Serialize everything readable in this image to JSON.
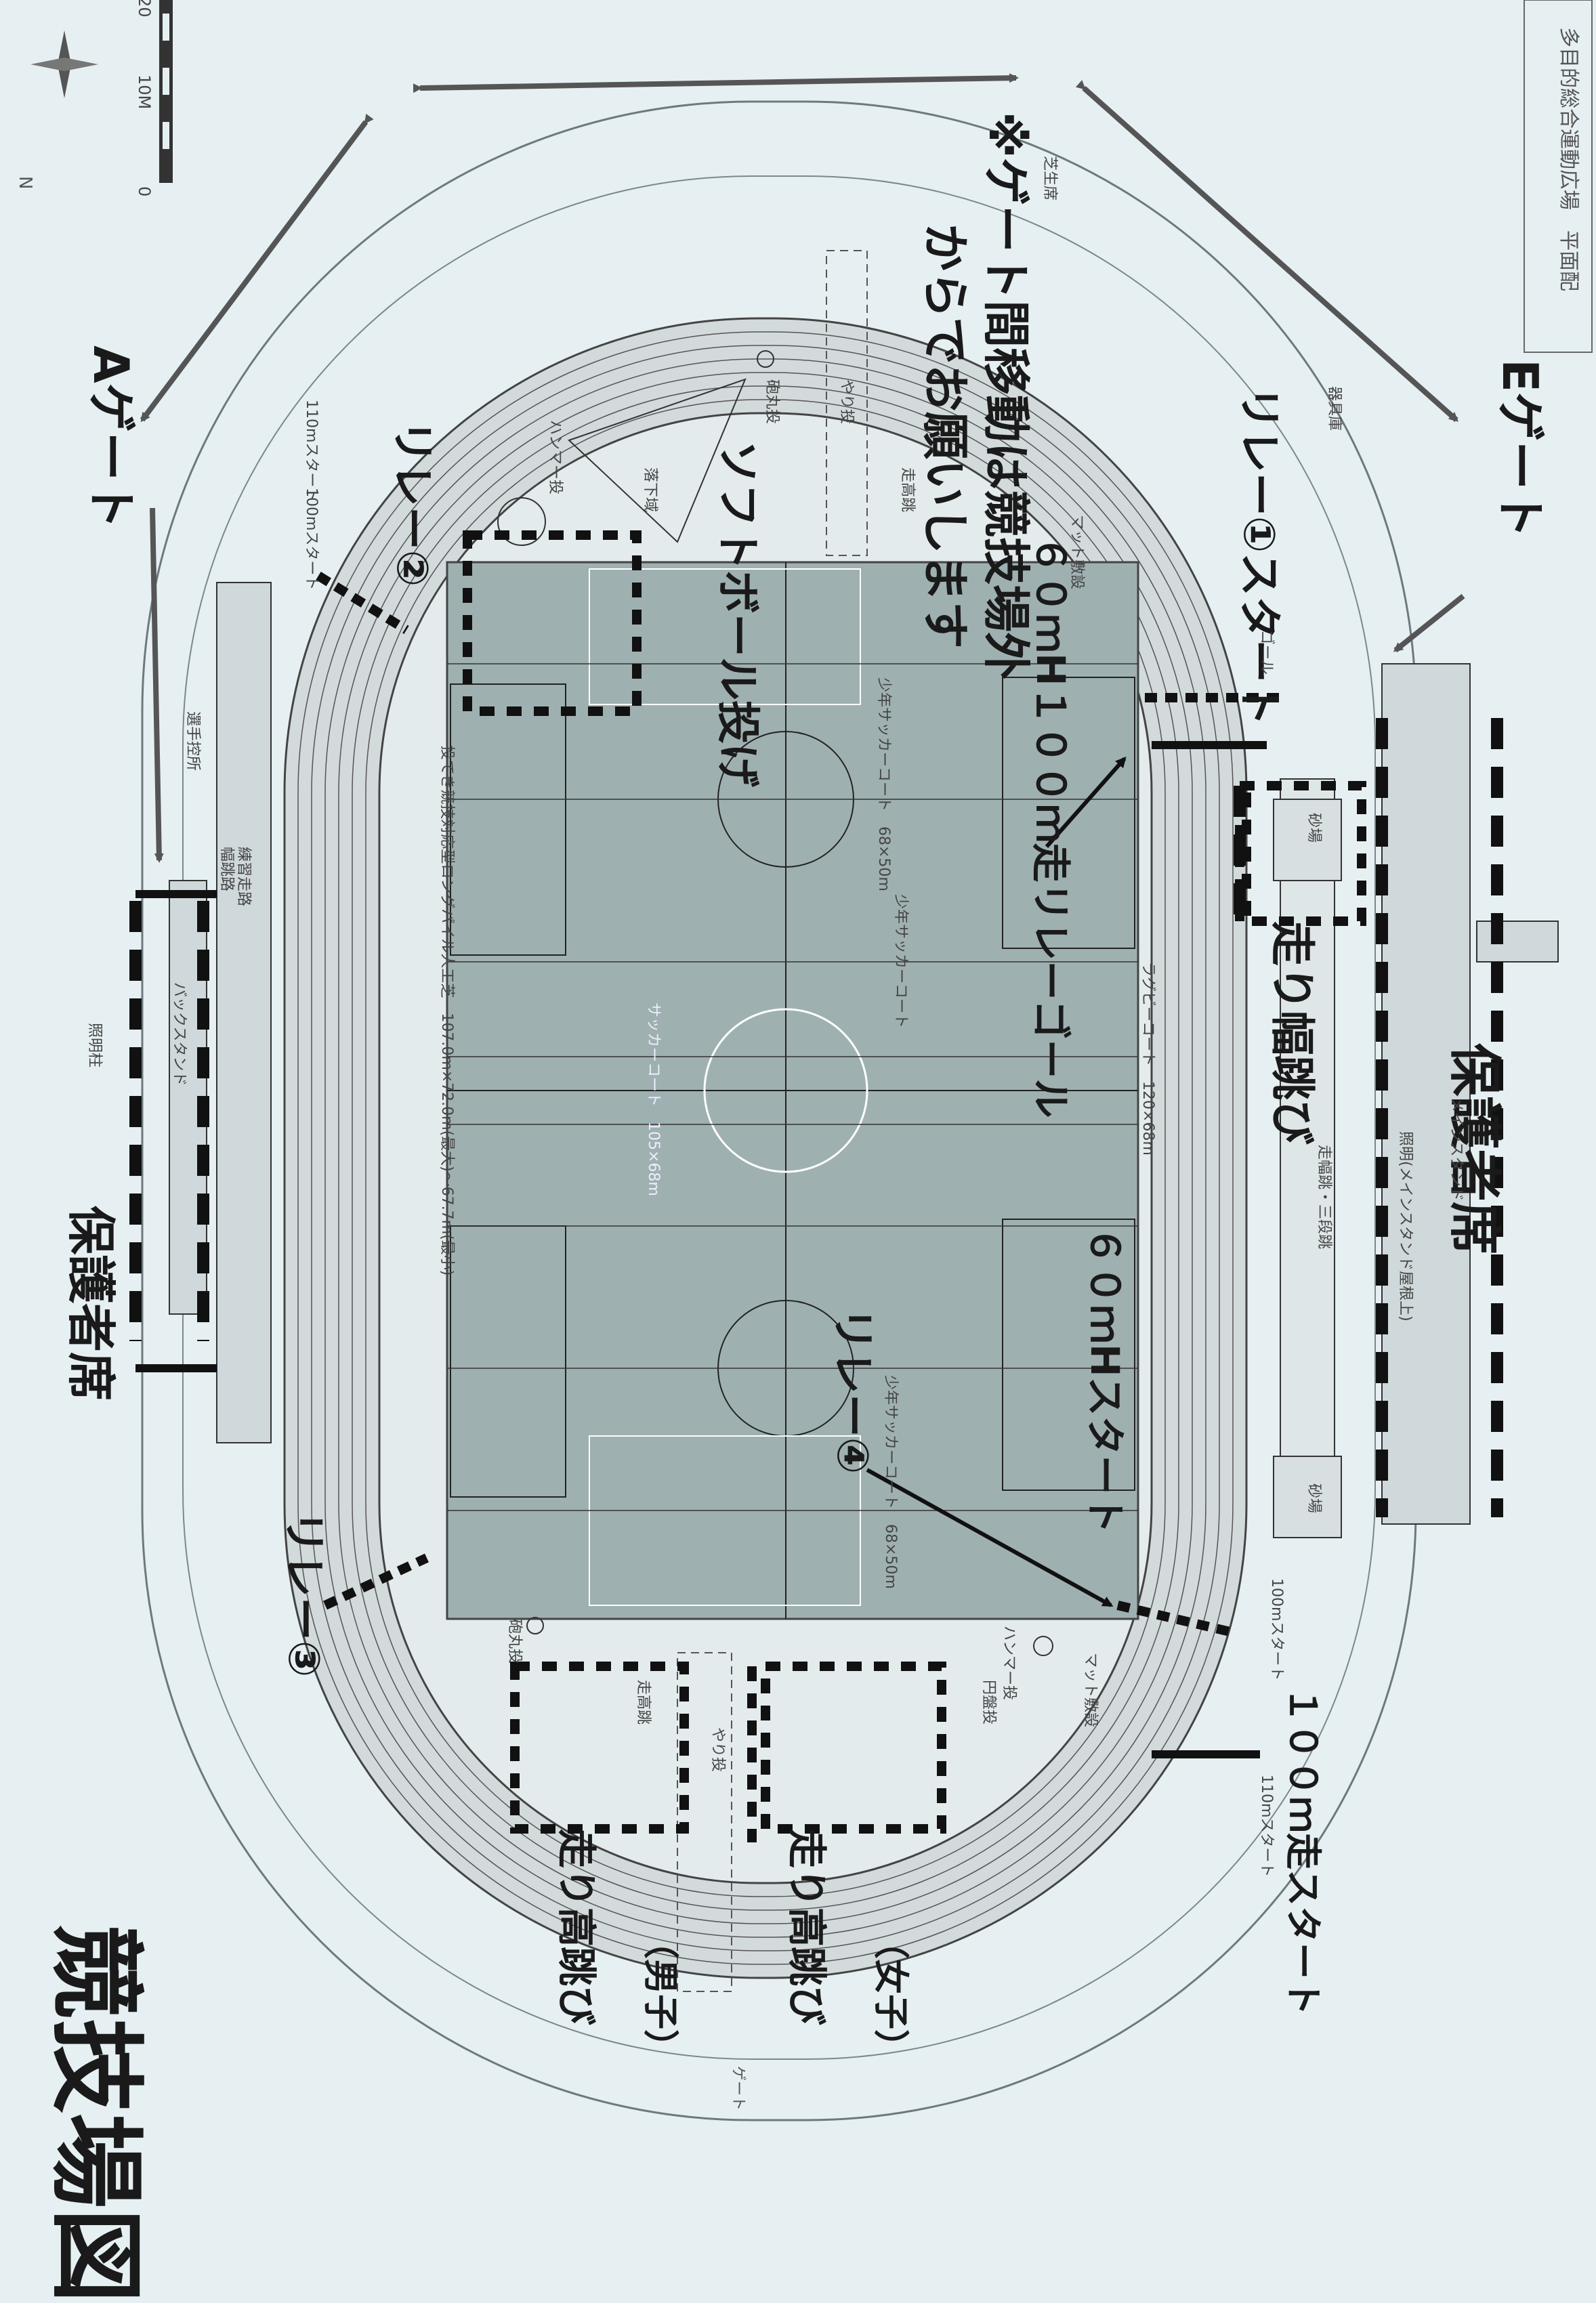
{
  "map": {
    "title": "競技場図",
    "corner_note": "多目的総合運動広場　平面配",
    "scale_labels": [
      "0",
      "10M",
      "20"
    ],
    "north_label": "N"
  },
  "gates": {
    "gate_a": "Aゲート",
    "gate_e": "Eゲート",
    "gate_note_line1": "※ゲート間移動は競技場外",
    "gate_note_line2": "からでお願いします",
    "gate_small": "ゲート"
  },
  "seating": {
    "guardian_left": "保護者席",
    "guardian_right": "保護者席",
    "back_stand": "バックスタンド",
    "main_stand": "メインスタンド",
    "main_stand_roof": "照明(メインスタンド屋根上)",
    "athlete_area": "選手控所",
    "warmup_lane": "練習走路",
    "warmup_lane2": "幅跳路",
    "runway_label": "走幅跳・三段跳"
  },
  "events": {
    "relay1": "リレー①スタート",
    "relay1_goal": "リレーゴール",
    "relay2": "リレー②",
    "relay3": "リレー③",
    "relay4": "リレー④",
    "softball": "ソフトボール投げ",
    "hurdles_goal": "６０ｍH１００ｍ走リレーゴール",
    "hurdles_start": "６０ｍHスタート",
    "long_jump": "走り幅跳び",
    "high_jump_m": "走り高跳び",
    "high_jump_m_sub": "（男子）",
    "high_jump_f": "走り高跳び",
    "high_jump_f_sub": "（女子）",
    "start_100": "１００ｍ走スタート"
  },
  "field": {
    "soccer_main": "サッカーコート　105×68m",
    "junior_soccer_top": "少年サッカーコート　68×50m",
    "junior_soccer_mid": "少年サッカーコート",
    "junior_soccer_bottom": "少年サッカーコート　68×50m",
    "rugby": "ラグビーコート　120×68m",
    "turf_note": "投てき競技対応型ロングパイル人工芝　107.0m×72.0m(最大)～67.7m(最小)",
    "pit_top": "砂場",
    "pit_bottom": "砂場",
    "shot_top": "砲丸投",
    "shot_bottom": "砲丸投",
    "hammer_top": "ハンマー投",
    "hammer_bottom": "ハンマー投",
    "javelin_top": "やり投",
    "javelin_bottom": "やり投",
    "pole_top": "走高跳",
    "pole_bottom": "走高跳",
    "landing": "落下域",
    "mat_top": "マット敷設",
    "mat_bottom": "マット敷設",
    "disc": "円盤投",
    "start100_small": "100mスタート",
    "start110_small": "110mスタート",
    "start100_small_top": "100mスタート",
    "start110_small_top": "110mスタート",
    "goal_small": "ゴール",
    "light": "照明柱",
    "storage": "器具庫",
    "lawn": "芝生席"
  },
  "colors": {
    "background": "#e6f0f3",
    "field": "#9fb0b1",
    "track": "#c8d0d2",
    "ink": "#1a1a1a",
    "arrow": "#555555"
  }
}
